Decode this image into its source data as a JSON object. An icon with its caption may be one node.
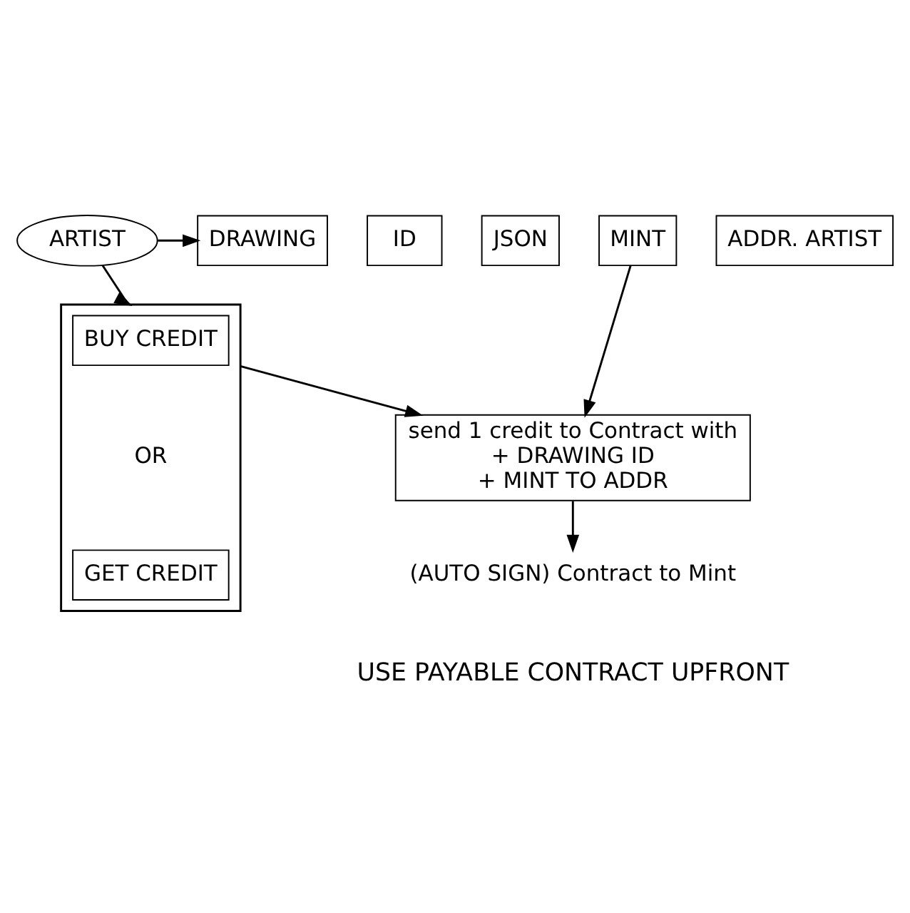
{
  "diagram": {
    "nodes": [
      {
        "text": [
          "ARTIST"
        ]
      },
      {
        "text": [
          "DRAWING"
        ]
      },
      {
        "text": [
          "ID"
        ]
      },
      {
        "text": [
          "JSON"
        ]
      },
      {
        "text": [
          "MINT"
        ]
      },
      {
        "text": [
          "ADDR. ARTIST"
        ]
      },
      {
        "text": [],
        "shape": "box"
      },
      {
        "text": [
          "BUY CREDIT"
        ],
        "in": 6
      },
      {
        "text": [
          "GET CREDIT"
        ],
        "in": 6
      },
      {
        "text": [
          "send 1 credit to Contract with",
          "+ DRAWING ID",
          "+ MINT TO ADDR"
        ]
      },
      {
        "text": [
          "(AUTO SIGN) Contract to Mint"
        ]
      }
    ],
    "edges": [
      {
        "from": 0,
        "to": 1,
        "arrow": "to"
      },
      {
        "from": 0,
        "to": 6,
        "arrow": "to"
      },
      {
        "from": 4,
        "to": 9,
        "arrow": "to"
      },
      {
        "from": 6,
        "to": 9,
        "arrow": "to"
      },
      {
        "from": 9,
        "to": 10,
        "arrow": "to"
      }
    ],
    "labels": [
      "OR",
      "USE PAYABLE CONTRACT UPFRONT"
    ]
  }
}
